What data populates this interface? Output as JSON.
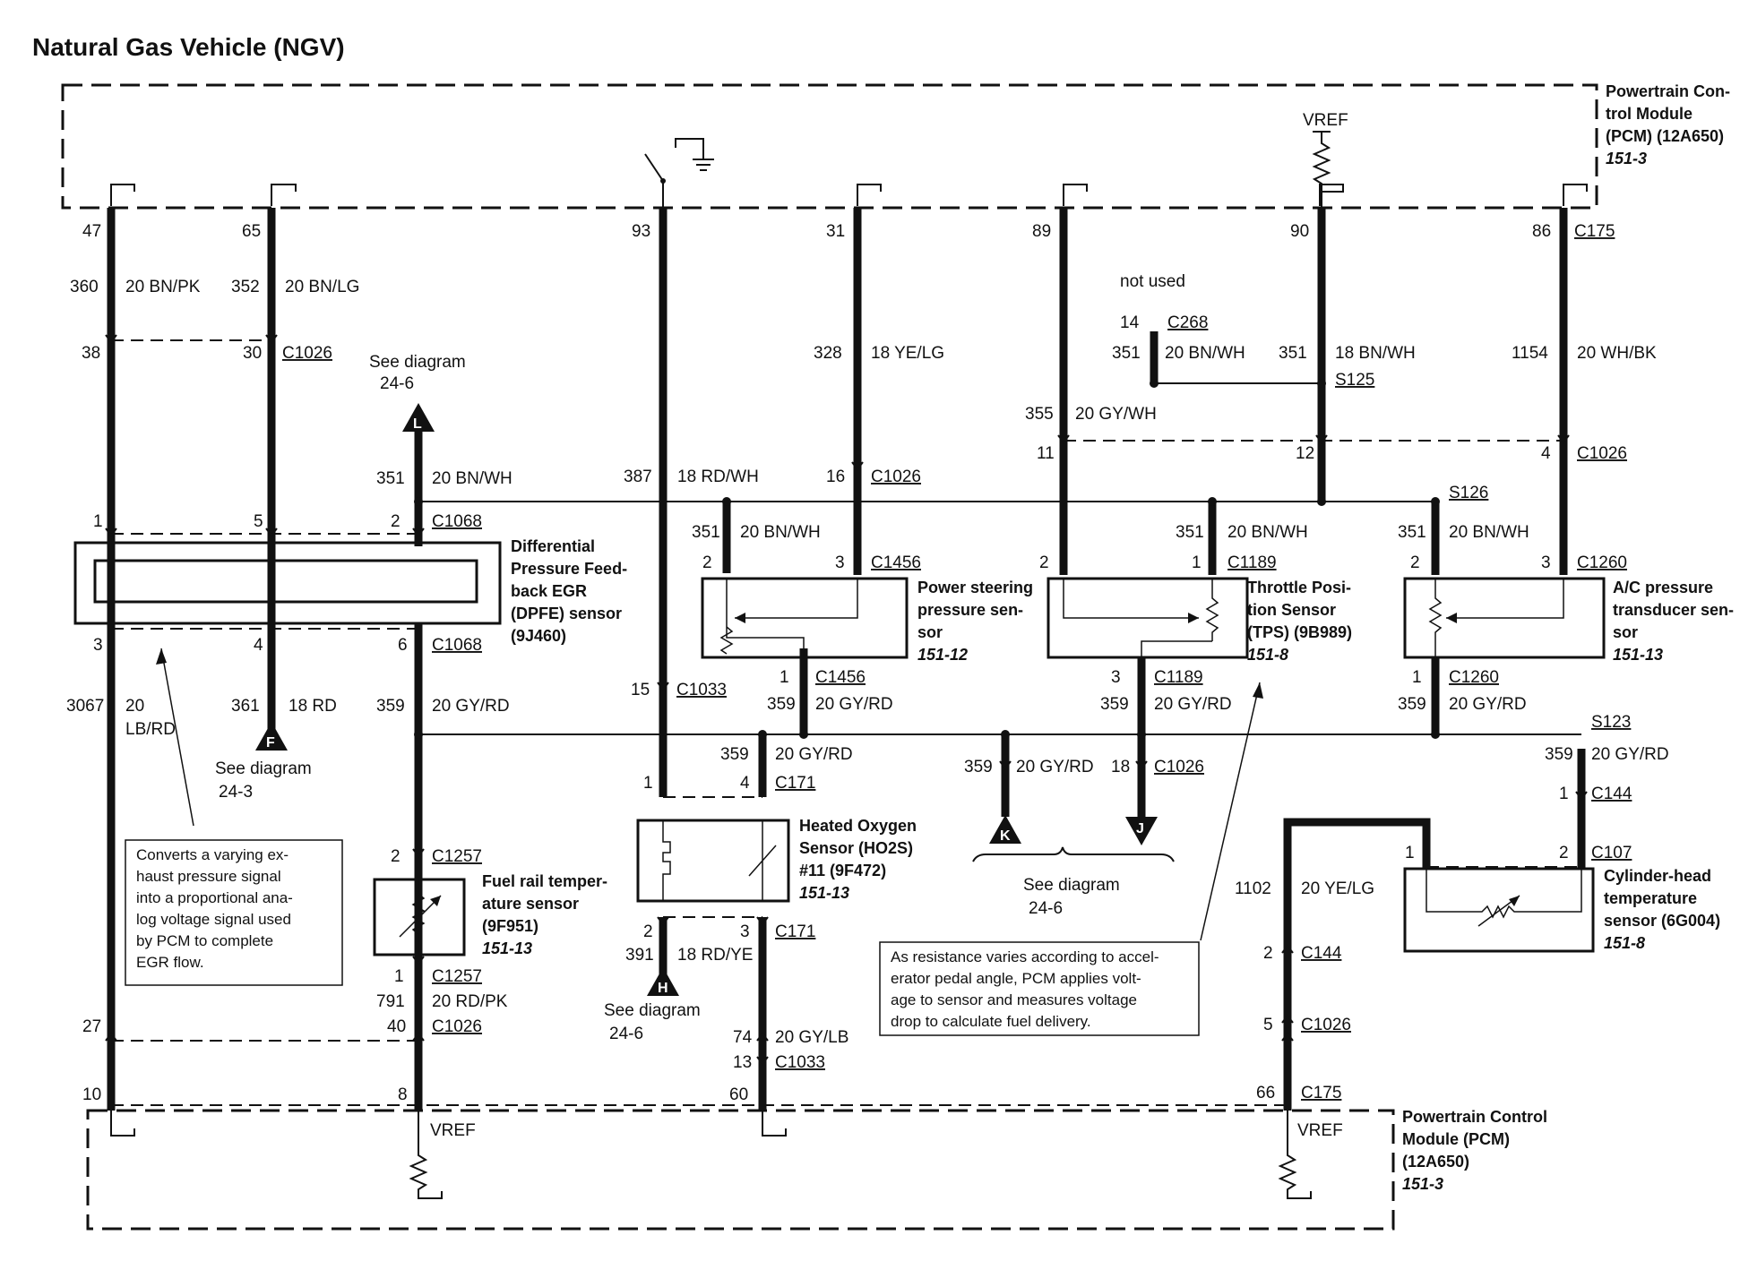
{
  "title": "Natural Gas Vehicle (NGV)",
  "pcm_top": [
    "Powertrain Con-",
    "trol Module",
    "(PCM) (12A650)",
    "151-3"
  ],
  "pcm_bottom": [
    "Powertrain Control",
    "Module (PCM)",
    "(12A650)",
    "151-3"
  ],
  "vref": "VREF",
  "pins_top": [
    "47",
    "65",
    "93",
    "31",
    "89",
    "90",
    "86"
  ],
  "c175": "C175",
  "circuits_top": [
    {
      "num": "360",
      "wire": "20 BN/PK"
    },
    {
      "num": "352",
      "wire": "20 BN/LG"
    },
    {
      "num": "328",
      "wire": "18 YE/LG"
    },
    {
      "num": "1154",
      "wire": "20 WH/BK"
    },
    {
      "num": "351",
      "wire": "18 BN/WH"
    }
  ],
  "c1026_row": {
    "p38": "38",
    "p30": "30",
    "conn": "C1026"
  },
  "not_used": {
    "label": "not used",
    "pin": "14",
    "conn": "C268",
    "circ": "351",
    "wire": "20 BN/WH",
    "splice": "S125"
  },
  "see_diagram_246": "See diagram",
  "diag_ref_246": "24-6",
  "diag_ref_243": "24-3",
  "dpfe": {
    "label": [
      "Differential",
      "Pressure Feed-",
      "back EGR",
      "(DPFE) sensor",
      "(9J460)"
    ],
    "pins_top": [
      "1",
      "5",
      "2"
    ],
    "pins_bottom": [
      "3",
      "4",
      "6"
    ],
    "conn_top": "C1068",
    "conn_bottom": "C1068",
    "circ_top": "351",
    "wire_top": "20 BN/WH",
    "circ_3067": "3067",
    "wire_3067": [
      "20",
      "LB/RD"
    ],
    "circ_361": "361",
    "wire_361": "18 RD",
    "circ_359": "359",
    "wire_359": "20 GY/RD"
  },
  "ps_sensor": {
    "label": [
      "Power steering",
      "pressure sen-",
      "sor",
      "151-12"
    ],
    "circ": "351",
    "wire": "20 BN/WH",
    "pins": [
      "2",
      "3"
    ],
    "conn": "C1456",
    "pin_bottom": "1",
    "conn_bottom": "C1456",
    "circ_bottom": "359",
    "wire_bottom": "20 GY/RD",
    "c1026_pin": "16",
    "c1026": "C1026"
  },
  "tps": {
    "label": [
      "Throttle Posi-",
      "tion Sensor",
      "(TPS) (9B989)",
      "151-8"
    ],
    "circ": "351",
    "wire": "20 BN/WH",
    "pins": [
      "2",
      "1"
    ],
    "conn": "C1189",
    "pin_bottom": "3",
    "conn_bottom": "C1189",
    "circ_bottom": "359",
    "wire_bottom": "20 GY/RD",
    "pin_18": "18",
    "c1026": "C1026",
    "circ_355": "355",
    "wire_355": "20 GY/WH",
    "pin_11": "11",
    "pin_12": "12"
  },
  "ac": {
    "label": [
      "A/C pressure",
      "transducer sen-",
      "sor",
      "151-13"
    ],
    "circ": "351",
    "wire": "20 BN/WH",
    "pins": [
      "2",
      "3"
    ],
    "conn": "C1260",
    "splice": "S126",
    "pin_bottom": "1",
    "conn_bottom": "C1260",
    "circ_bottom": "359",
    "wire_bottom": "20 GY/RD",
    "pin_4": "4",
    "c1026": "C1026"
  },
  "ho2s": {
    "label": [
      "Heated Oxygen",
      "Sensor (HO2S)",
      "#11 (9F472)",
      "151-13"
    ],
    "pin15": "15",
    "c1033": "C1033",
    "circ_387": "387",
    "wire_387": "18 RD/WH",
    "pins_top": [
      "1",
      "4"
    ],
    "conn_top": "C171",
    "pins_bottom": [
      "2",
      "3"
    ],
    "conn_bottom": "C171",
    "circ_391": "391",
    "wire_391": "18 RD/YE",
    "circ_359": "359",
    "wire_359": "20 GY/RD",
    "circ_74": "74",
    "wire_74": "20 GY/LB",
    "pin_13": "13",
    "c1033b": "C1033",
    "pin_60": "60"
  },
  "frt": {
    "label": [
      "Fuel rail temper-",
      "ature sensor",
      "(9F951)",
      "151-13"
    ],
    "pin_top": "2",
    "conn_top": "C1257",
    "pin_bottom": "1",
    "conn_bottom": "C1257",
    "circ": "791",
    "wire": "20 RD/PK",
    "pin_40": "40",
    "c1026": "C1026",
    "pin_8": "8"
  },
  "cht": {
    "label": [
      "Cylinder-head",
      "temperature",
      "sensor (6G004)",
      "151-8"
    ],
    "splice": "S123",
    "circ_359": "359",
    "wire_359": "20 GY/RD",
    "pin_1": "1",
    "c144": "C144",
    "pins": [
      "1",
      "2"
    ],
    "c107": "C107",
    "circ_1102": "1102",
    "wire_1102": "20 YE/LG",
    "pin_2": "2",
    "c144b": "C144",
    "pin_5": "5",
    "c1026": "C1026",
    "pin_66": "66",
    "c175": "C175"
  },
  "mid_ref": {
    "circ_359": "359",
    "wire": "20 GY/RD",
    "see": "See diagram",
    "ref": "24-6"
  },
  "bottom_pins": {
    "p27": "27",
    "p10": "10"
  },
  "markers": {
    "L": "L",
    "F": "F",
    "H": "H",
    "K": "K",
    "J": "J"
  },
  "note_dpfe": [
    "Converts a varying ex-",
    "haust pressure signal",
    "into a proportional ana-",
    "log voltage signal used",
    "by PCM to complete",
    "EGR flow."
  ],
  "note_tps": [
    "As resistance varies according to accel-",
    "erator pedal angle, PCM applies volt-",
    "age to sensor and measures voltage",
    "drop to calculate fuel delivery."
  ]
}
